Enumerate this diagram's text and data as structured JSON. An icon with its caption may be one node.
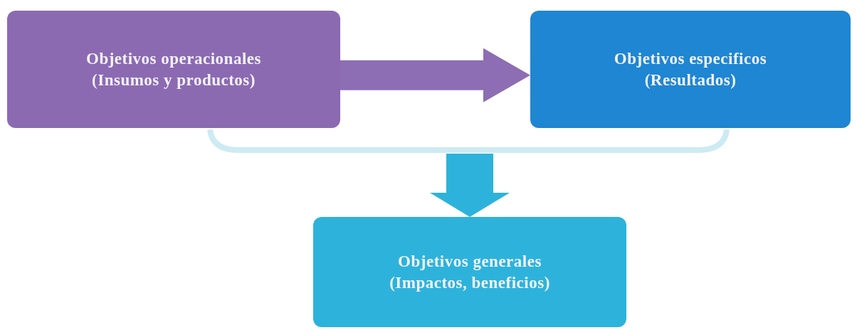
{
  "diagram": {
    "nodes": [
      {
        "text": [
          "Objetivos operacionales (Insumos y productos)"
        ]
      },
      {
        "text": [
          "Objetivos especificos (Resultados)"
        ]
      },
      {
        "text": [
          "Objetivos generales (Impactos, beneficios)"
        ]
      },
      {
        "text": [],
        "shape": "bar"
      }
    ],
    "edges": [
      {
        "from": 0,
        "to": 1,
        "arrow": "to",
        "color": "#8d6db3"
      },
      {
        "from": 3,
        "to": 2,
        "arrow": "to",
        "color": "#2db3db"
      }
    ]
  }
}
